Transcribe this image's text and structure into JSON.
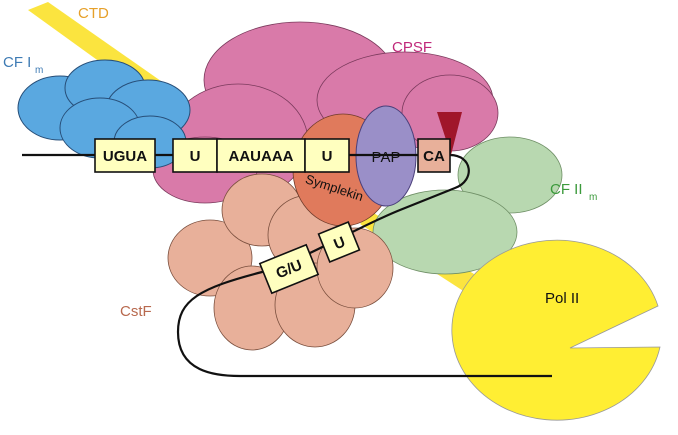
{
  "labels": {
    "ctd": "CTD",
    "cpsf": "CPSF",
    "cf1m_main": "CF I",
    "cf1m_sub": "m",
    "cf2m_main": "CF II",
    "cf2m_sub": "m",
    "cstf": "CstF",
    "pol2": "Pol II",
    "pap": "PAP",
    "symplekin": "Symplekin"
  },
  "rna_elements": {
    "ugua": "UGUA",
    "u1": "U",
    "aauaaa": "AAUAAA",
    "u2": "U",
    "ca": "CA",
    "gu": "G/U",
    "u3": "U"
  },
  "colors": {
    "ctd": "#fbe43f",
    "pol2": "#ffee33",
    "cpsf": "#d97aa9",
    "cf1m": "#5aa8e0",
    "cf2m": "#b8d8b0",
    "cstf": "#e8b09a",
    "symplekin": "#e07a5c",
    "pap": "#9a8fc8",
    "cleavage_site": "#a0162a",
    "rna_box": "#ffffbf",
    "label_ctd": "#e6a02a",
    "label_cpsf": "#c0287a",
    "label_cf1m": "#3e7bb4",
    "label_cf2m": "#3b9a3b",
    "label_cstf": "#b8694e"
  }
}
